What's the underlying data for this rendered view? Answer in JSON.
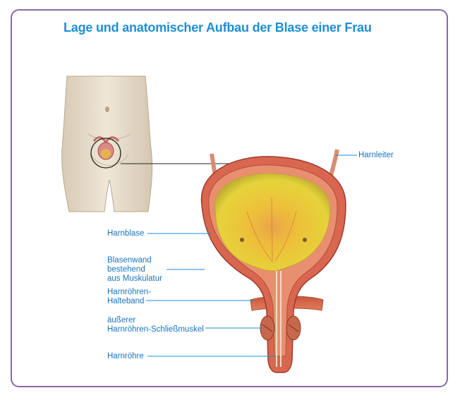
{
  "title": "Lage und anatomischer Aufbau der Blase einer Frau",
  "colors": {
    "frame": "#8a6aa6",
    "title": "#1d8fd6",
    "label": "#1874c0",
    "leader": "#1a8fd8"
  },
  "labels": {
    "harnleiter": "Harnleiter",
    "harnblase": "Harnblase",
    "blasenwand": [
      "Blasenwand",
      "bestehend",
      "aus Muskulatur"
    ],
    "halteband": [
      "Harnröhren-",
      "Halteband"
    ],
    "schliessmuskel": [
      "äußerer",
      "Harnröhren-Schließmuskel"
    ],
    "harnroehre": "Harnröhre"
  }
}
